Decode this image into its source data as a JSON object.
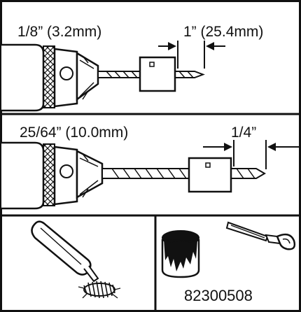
{
  "panel_top": {
    "left_label": "1/8” (3.2mm)",
    "right_label": "1” (25.4mm)"
  },
  "panel_middle": {
    "left_label": "25/64” (10.0mm)",
    "right_label": "1/4”"
  },
  "panel_bottom": {
    "part_number": "82300508"
  },
  "colors": {
    "ink": "#111111",
    "paper": "#ffffff"
  }
}
